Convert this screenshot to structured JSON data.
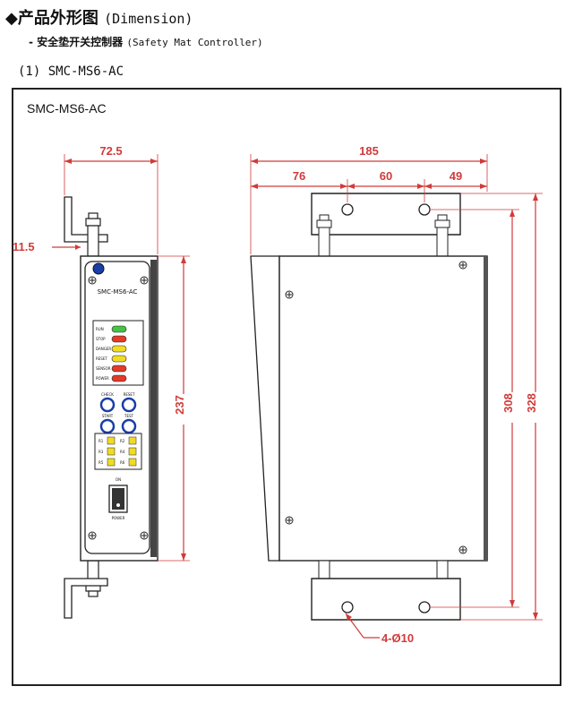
{
  "header": {
    "title_cn": "◆产品外形图",
    "title_en": "(Dimension)",
    "subtitle_cn": "- 安全垫开关控制器",
    "subtitle_en": "(Safety Mat Controller)",
    "section": "(1) SMC-MS6-AC"
  },
  "drawing": {
    "model_tag": "SMC-MS6-AC",
    "panel_label": "SMC-MS6-AC",
    "dimensions": {
      "front_width": "72.5",
      "bracket_offset": "11.5",
      "front_height": "237",
      "side_width": "185",
      "seg_1": "76",
      "seg_2": "60",
      "seg_3": "49",
      "hole_spacing": "308",
      "total_height": "328",
      "holes": "4-Ø10"
    },
    "indicators": [
      {
        "label": "RUN",
        "color": "#46c346"
      },
      {
        "label": "STOP",
        "color": "#e43a2a"
      },
      {
        "label": "DANGER",
        "color": "#f1dc24"
      },
      {
        "label": "RESET",
        "color": "#f1dc24"
      },
      {
        "label": "SENSOR",
        "color": "#e43a2a"
      },
      {
        "label": "POWER",
        "color": "#e43a2a"
      }
    ],
    "buttons": [
      "CHECK",
      "RESET",
      "START",
      "TEST"
    ],
    "relay_labels": [
      "R1",
      "R2",
      "R3",
      "R4",
      "R5",
      "R6"
    ],
    "switch_top": "ON",
    "switch_bottom": "POWER",
    "colors": {
      "dimension": "#d23a3a",
      "outline": "#222222",
      "button": "#1a3ea8"
    }
  }
}
